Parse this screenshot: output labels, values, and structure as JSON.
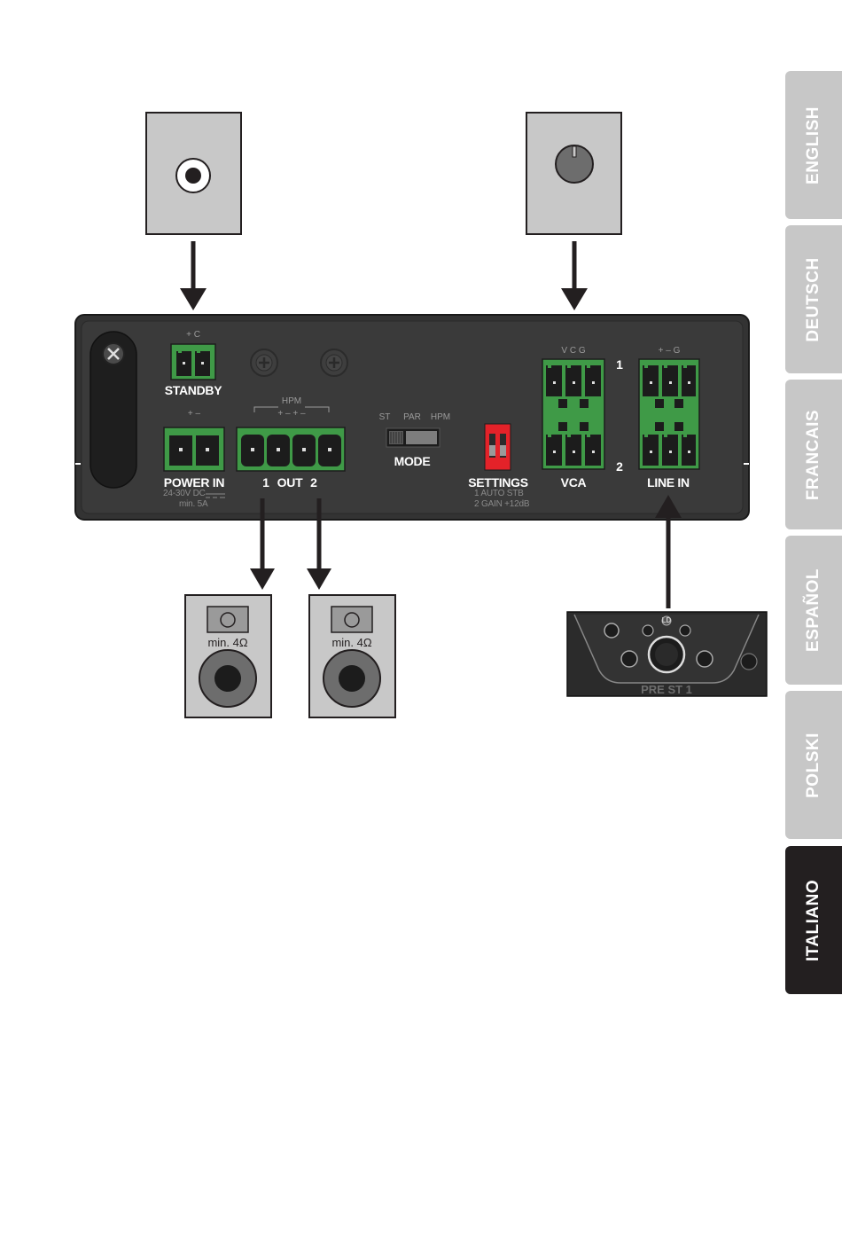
{
  "tabs": [
    {
      "label": "ENGLISH",
      "active": false
    },
    {
      "label": "DEUTSCH",
      "active": false
    },
    {
      "label": "FRANCAIS",
      "active": false
    },
    {
      "label": "ESPAÑOL",
      "active": false
    },
    {
      "label": "POLSKI",
      "active": false
    },
    {
      "label": "ITALIANO",
      "active": true
    }
  ],
  "device": {
    "standby": {
      "label": "STANDBY",
      "pins": "+   C"
    },
    "power_in": {
      "label": "POWER IN",
      "pins": "+   –",
      "spec_line1": "24-30V DC",
      "spec_line2": "min. 5A"
    },
    "out": {
      "label": "OUT",
      "ch1": "1",
      "ch2": "2",
      "hpm": "HPM",
      "pins": "+   –        +   –"
    },
    "mode": {
      "label": "MODE",
      "opt_st": "ST",
      "opt_par": "PAR",
      "opt_hpm": "HPM"
    },
    "settings": {
      "label": "SETTINGS",
      "line1": "1  AUTO STB",
      "line2": "2  GAIN +12dB"
    },
    "vca": {
      "label": "VCA",
      "pins": "V    C    G",
      "ch1": "1",
      "ch2": "2"
    },
    "line_in": {
      "label": "LINE IN",
      "pins": "+    –    G"
    }
  },
  "speakers": [
    {
      "impedance": "min. 4Ω"
    },
    {
      "impedance": "min. 4Ω"
    }
  ],
  "preamp": {
    "label": "PRE ST 1",
    "logo": "LD"
  },
  "colors": {
    "connector_green": "#3f9a47",
    "device_body": "#333333",
    "dip_red": "#e42229",
    "tab_gray": "#c7c7c7",
    "tab_active": "#231f20"
  }
}
